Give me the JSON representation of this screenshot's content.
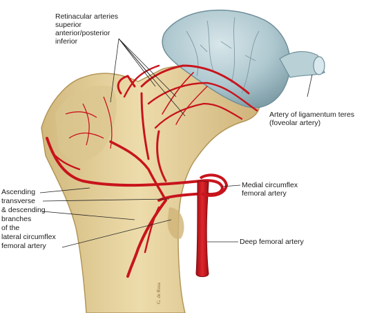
{
  "labels": {
    "retinacular_title": "Retinacular arteries",
    "retinacular_superior": "superior",
    "retinacular_ant_post": "anterior/posterior",
    "retinacular_inferior": "inferior",
    "ligamentum_teres_1": "Artery of ligamentum teres",
    "ligamentum_teres_2": "(foveolar artery)",
    "medial_circumflex_1": "Medial circumflex",
    "medial_circumflex_2": "femoral artery",
    "deep_femoral": "Deep femoral artery",
    "lateral_1": "Ascending",
    "lateral_2": "transverse",
    "lateral_3": "& descending",
    "lateral_4": "branches",
    "lateral_5": "of the",
    "lateral_6": "lateral circumflex",
    "lateral_7": "femoral artery"
  },
  "signature": "G. de Rosa",
  "colors": {
    "bone": "#e9d6a4",
    "bone_shadow": "#c9ad72",
    "cartilage": "#a9c4cc",
    "artery": "#c8141c",
    "artery_dark": "#8e0d12"
  }
}
